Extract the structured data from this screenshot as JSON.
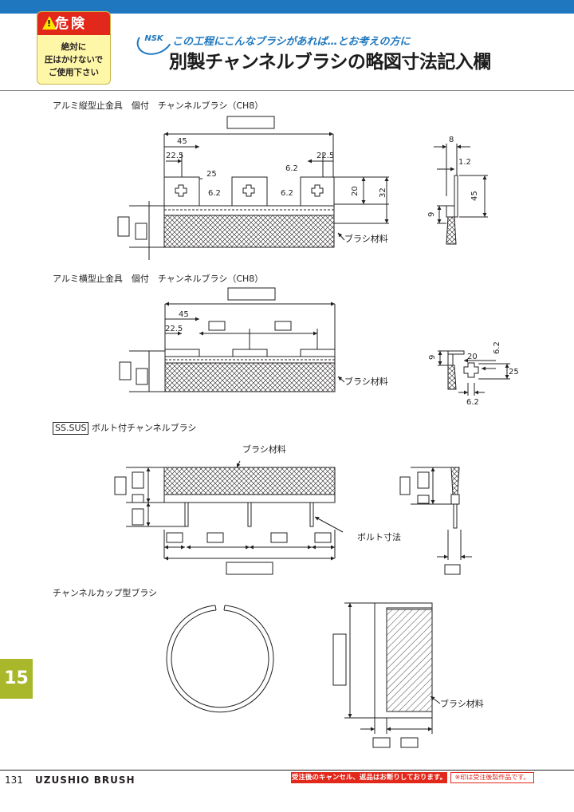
{
  "warning": {
    "title": "危険",
    "line1": "絶対に",
    "line2": "圧はかけないで",
    "line3": "ご使用下さい"
  },
  "header": {
    "logo": "NSK",
    "subtitle": "この工程にこんなブラシがあれば…とお考えの方に",
    "title": "別製チャンネルブラシの略図寸法記入欄"
  },
  "sections": {
    "s1_title": "アルミ縦型止金具　個付　チャンネルブラシ（CH8）",
    "s2_title": "アルミ横型止金具　個付　チャンネルブラシ（CH8）",
    "s3_badge": "SS.SUS",
    "s3_title": "ボルト付チャンネルブラシ",
    "s4_title": "チャンネルカップ型ブラシ"
  },
  "labels": {
    "brush_material": "ブラシ材料",
    "bolt_size": "ボルト寸法"
  },
  "dims": {
    "d45": "45",
    "d22_5": "22.5",
    "d25": "25",
    "d6_2": "6.2",
    "d20": "20",
    "d32": "32",
    "d8": "8",
    "d1_2": "1.2",
    "d9": "9"
  },
  "tab": "15",
  "footer": {
    "page": "131",
    "brand": "UZUSHIO BRUSH",
    "note1": "受注後のキャンセル、返品はお断りしております。",
    "note2": "※印は受注後製作品です。"
  }
}
